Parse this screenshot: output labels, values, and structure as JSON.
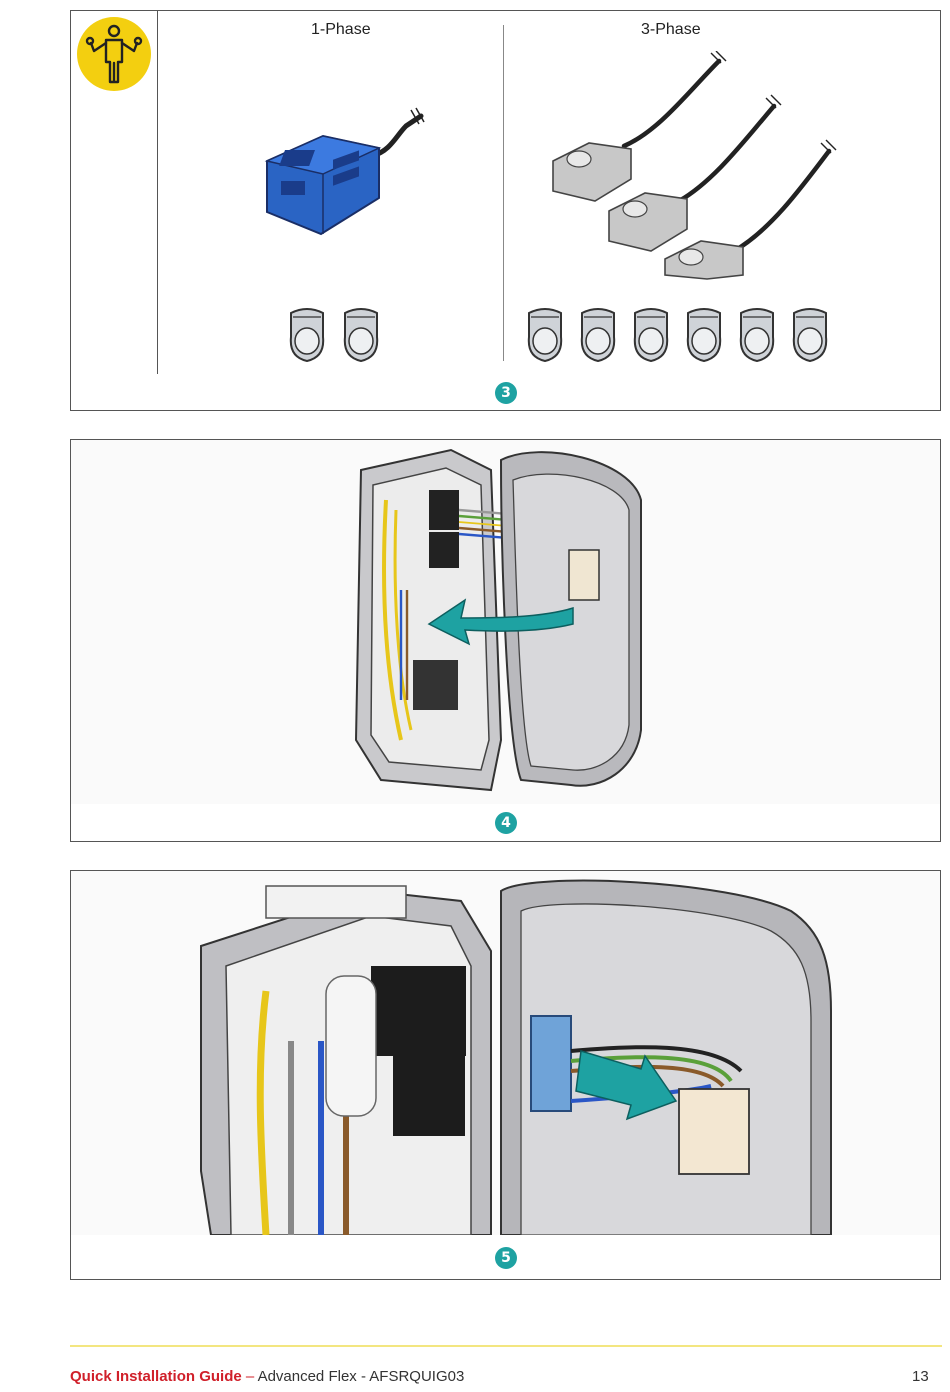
{
  "step3": {
    "phase1_label": "1-Phase",
    "phase3_label": "3-Phase",
    "step_number": "3"
  },
  "step4": {
    "step_number": "4"
  },
  "step5": {
    "step_number": "5"
  },
  "footer": {
    "title": "Quick Installation Guide",
    "separator": " – ",
    "subtitle": "Advanced Flex - AFSRQUIG03",
    "page_number": "13"
  },
  "icons": {
    "installer": "installer-person-icon",
    "ct_blue": "ct-clamp-blue",
    "ct_grey": "ct-clamp-grey",
    "ferrite": "ferrite-clip",
    "arrow": "teal-arrow-icon"
  },
  "colors": {
    "yellow_badge": "#f3cf10",
    "blue_clamp": "#2a64c4",
    "teal": "#1ea2a2",
    "footer_red": "#d0202a",
    "footer_line": "#f3e680"
  }
}
